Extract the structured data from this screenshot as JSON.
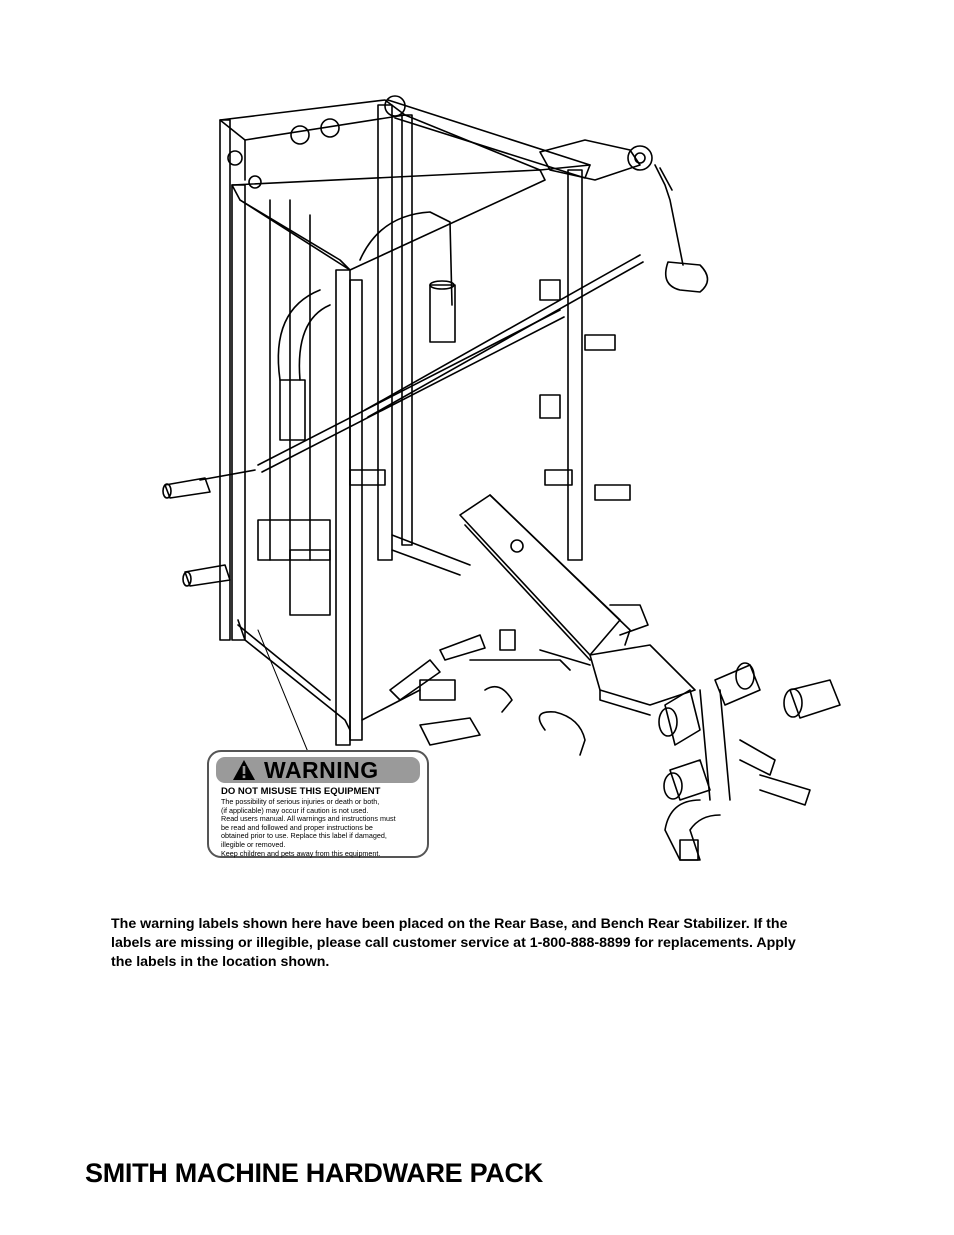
{
  "warning_label": {
    "banner": "WARNING",
    "heading": "DO NOT MISUSE THIS EQUIPMENT",
    "body_lines": [
      "The possibility of serious injuries or death or both,",
      "(if applicable) may occur if caution is not used.",
      "Read users manual. All warnings and instructions must",
      "be read and followed and proper instructions be",
      "obtained prior to use. Replace this label if damaged,",
      "illegible or removed.",
      "Keep children and pets away from this equipment."
    ]
  },
  "note_lines": [
    "The warning labels shown here have been placed on the Rear Base, and Bench Rear Stabilizer.  If the",
    "labels are missing or illegible, please call customer service at 1-800-888-8899 for replacements.  Apply",
    "the labels in the location shown."
  ],
  "section_title": "SMITH MACHINE HARDWARE PACK"
}
